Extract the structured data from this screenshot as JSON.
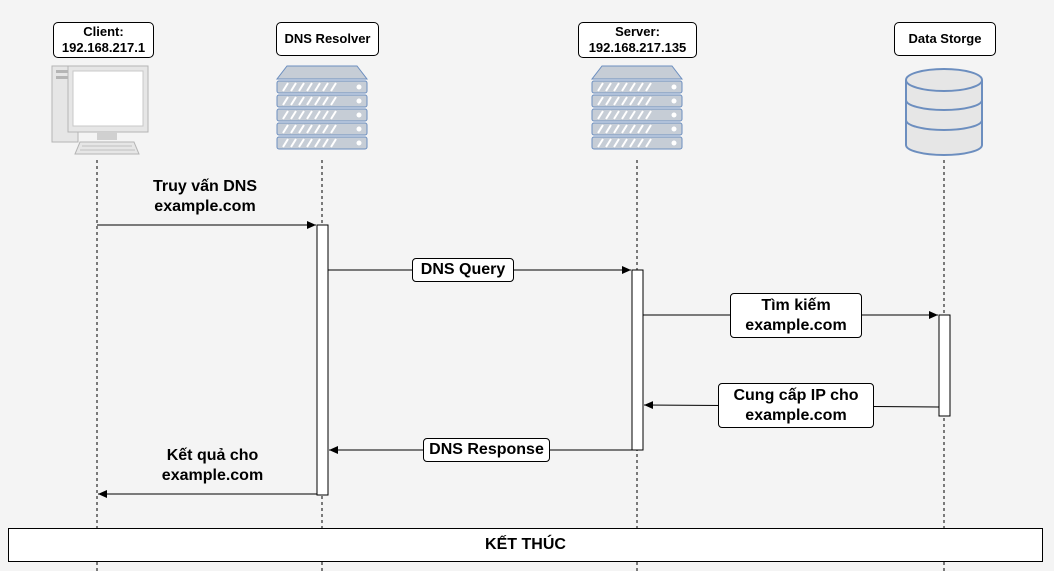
{
  "participants": [
    {
      "id": "client",
      "line1": "Client:",
      "line2": "192.168.217.1",
      "icon": "desktop-computer-icon"
    },
    {
      "id": "resolver",
      "line1": "DNS Resolver",
      "line2": "",
      "icon": "server-rack-icon"
    },
    {
      "id": "server",
      "line1": "Server:",
      "line2": "192.168.217.135",
      "icon": "server-rack-icon"
    },
    {
      "id": "storage",
      "line1": "Data Storge",
      "line2": "",
      "icon": "database-icon"
    }
  ],
  "messages": [
    {
      "from": "client",
      "to": "resolver",
      "line1": "Truy vấn DNS",
      "line2": "example.com"
    },
    {
      "from": "resolver",
      "to": "server",
      "line1": "DNS Query",
      "line2": ""
    },
    {
      "from": "server",
      "to": "storage",
      "line1": "Tìm kiếm",
      "line2": "example.com"
    },
    {
      "from": "storage",
      "to": "server",
      "line1": "Cung cấp IP cho",
      "line2": "example.com"
    },
    {
      "from": "server",
      "to": "resolver",
      "line1": "DNS Response",
      "line2": ""
    },
    {
      "from": "resolver",
      "to": "client",
      "line1": "Kết quả cho",
      "line2": "example.com"
    }
  ],
  "end_label": "KẾT THÚC",
  "colors": {
    "background": "#f4f4f4",
    "icon_fill": "#e6e6e6",
    "icon_stroke": "#6c8ebf",
    "server_fill": "#c6cdd6"
  }
}
